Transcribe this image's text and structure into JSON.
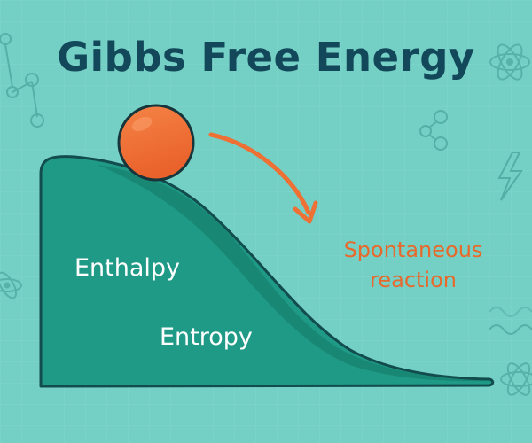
{
  "title": "Gibbs Free Energy",
  "labels": {
    "enthalpy": "Enthalpy",
    "entropy": "Entropy",
    "spontaneous_line1": "Spontaneous",
    "spontaneous_line2": "reaction"
  },
  "colors": {
    "background": "#74cfc4",
    "grid": "#8edad1",
    "title": "#12485a",
    "hill": "#1f9a86",
    "hill_outline": "#124c4d",
    "hill_shadow": "#15806e",
    "ball": "#f0703a",
    "ball_outline": "#17363b",
    "arrow": "#ee7034",
    "spontaneous_text": "#e8692c",
    "hill_text": "#ffffff",
    "doodles": "#4ea9a1"
  },
  "icons": [
    "molecule-icon",
    "atom-icon",
    "lightning-icon",
    "wave-icon"
  ]
}
